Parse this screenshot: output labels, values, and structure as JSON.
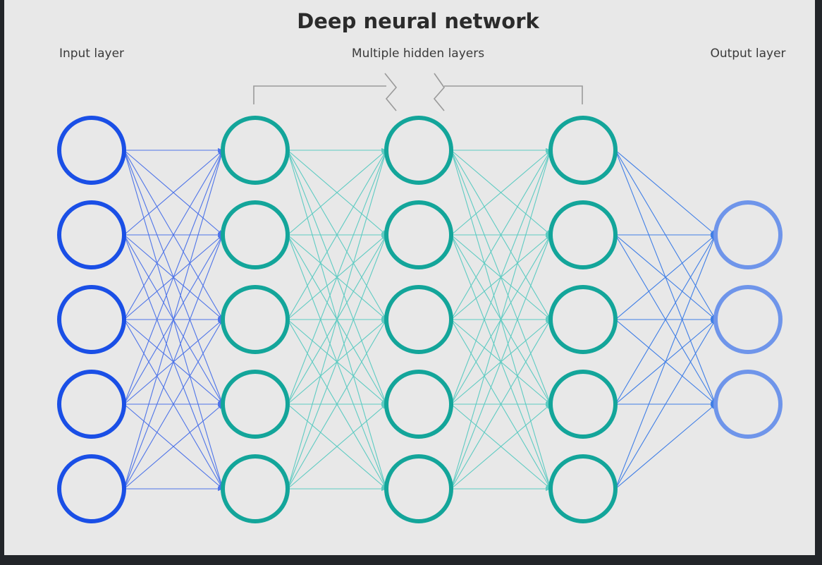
{
  "title": "Deep neural network",
  "labels": {
    "input": "Input layer",
    "hidden": "Multiple hidden layers",
    "output": "Output layer"
  },
  "layers": [
    {
      "name": "input",
      "nodes": 5,
      "color": "#1a4fe6"
    },
    {
      "name": "hidden-1",
      "nodes": 5,
      "color": "#13a59a"
    },
    {
      "name": "hidden-2",
      "nodes": 5,
      "color": "#13a59a"
    },
    {
      "name": "hidden-3",
      "nodes": 5,
      "color": "#13a59a"
    },
    {
      "name": "output",
      "nodes": 3,
      "color": "#6f95ea"
    }
  ],
  "edge_colors": [
    "#4e74e8",
    "#5ecbc2",
    "#5ecbc2",
    "#3f7ee6"
  ],
  "connectivity": "fully-connected"
}
